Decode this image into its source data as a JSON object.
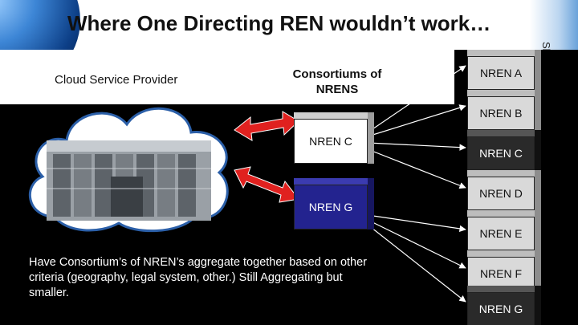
{
  "title": "Where One Directing REN wouldn’t work…",
  "side_text": "Slo",
  "labels": {
    "cloud_provider": "Cloud Service Provider",
    "consortiums_line1": "Consortiums of",
    "consortiums_line2": "NRENS"
  },
  "center_boxes": [
    {
      "label": "NREN C",
      "style": "white"
    },
    {
      "label": "NREN G",
      "style": "blue"
    }
  ],
  "nren_list": [
    {
      "label": "NREN A",
      "style": "light"
    },
    {
      "label": "NREN B",
      "style": "light"
    },
    {
      "label": "NREN C",
      "style": "dark"
    },
    {
      "label": "NREN D",
      "style": "light"
    },
    {
      "label": "NREN E",
      "style": "light"
    },
    {
      "label": "NREN F",
      "style": "light"
    },
    {
      "label": "NREN G",
      "style": "dark"
    }
  ],
  "note": "Have Consortium’s of NREN’s aggregate together based on other criteria (geography, legal system, other.) Still Aggregating but smaller.",
  "colors": {
    "arrow_red": "#e0211f",
    "blue_box": "#23238f",
    "light_box": "#d9d9d9",
    "dark_box": "#2a2a2a"
  }
}
